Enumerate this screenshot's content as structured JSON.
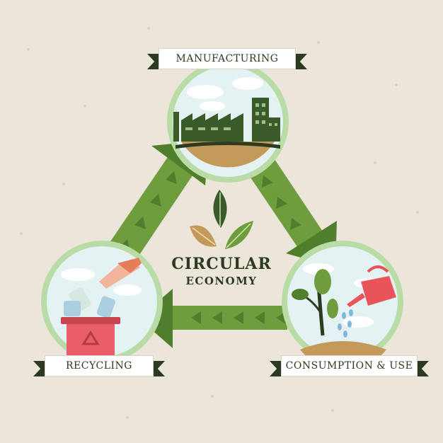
{
  "center": {
    "line1": "CIRCULAR",
    "line2": "ECONOMY"
  },
  "stages": {
    "manufacturing": "MANUFACTURING",
    "recycling": "RECYCLING",
    "consumption": "CONSUMPTION & USE"
  },
  "colors": {
    "background": "#ebe5da",
    "arrow_light": "#6f9c3c",
    "arrow_dark": "#3f6a25",
    "ring": "#b9dba6",
    "dark_ink": "#2c3a22",
    "bin": "#ea5e6a",
    "can": "#e9545a"
  }
}
